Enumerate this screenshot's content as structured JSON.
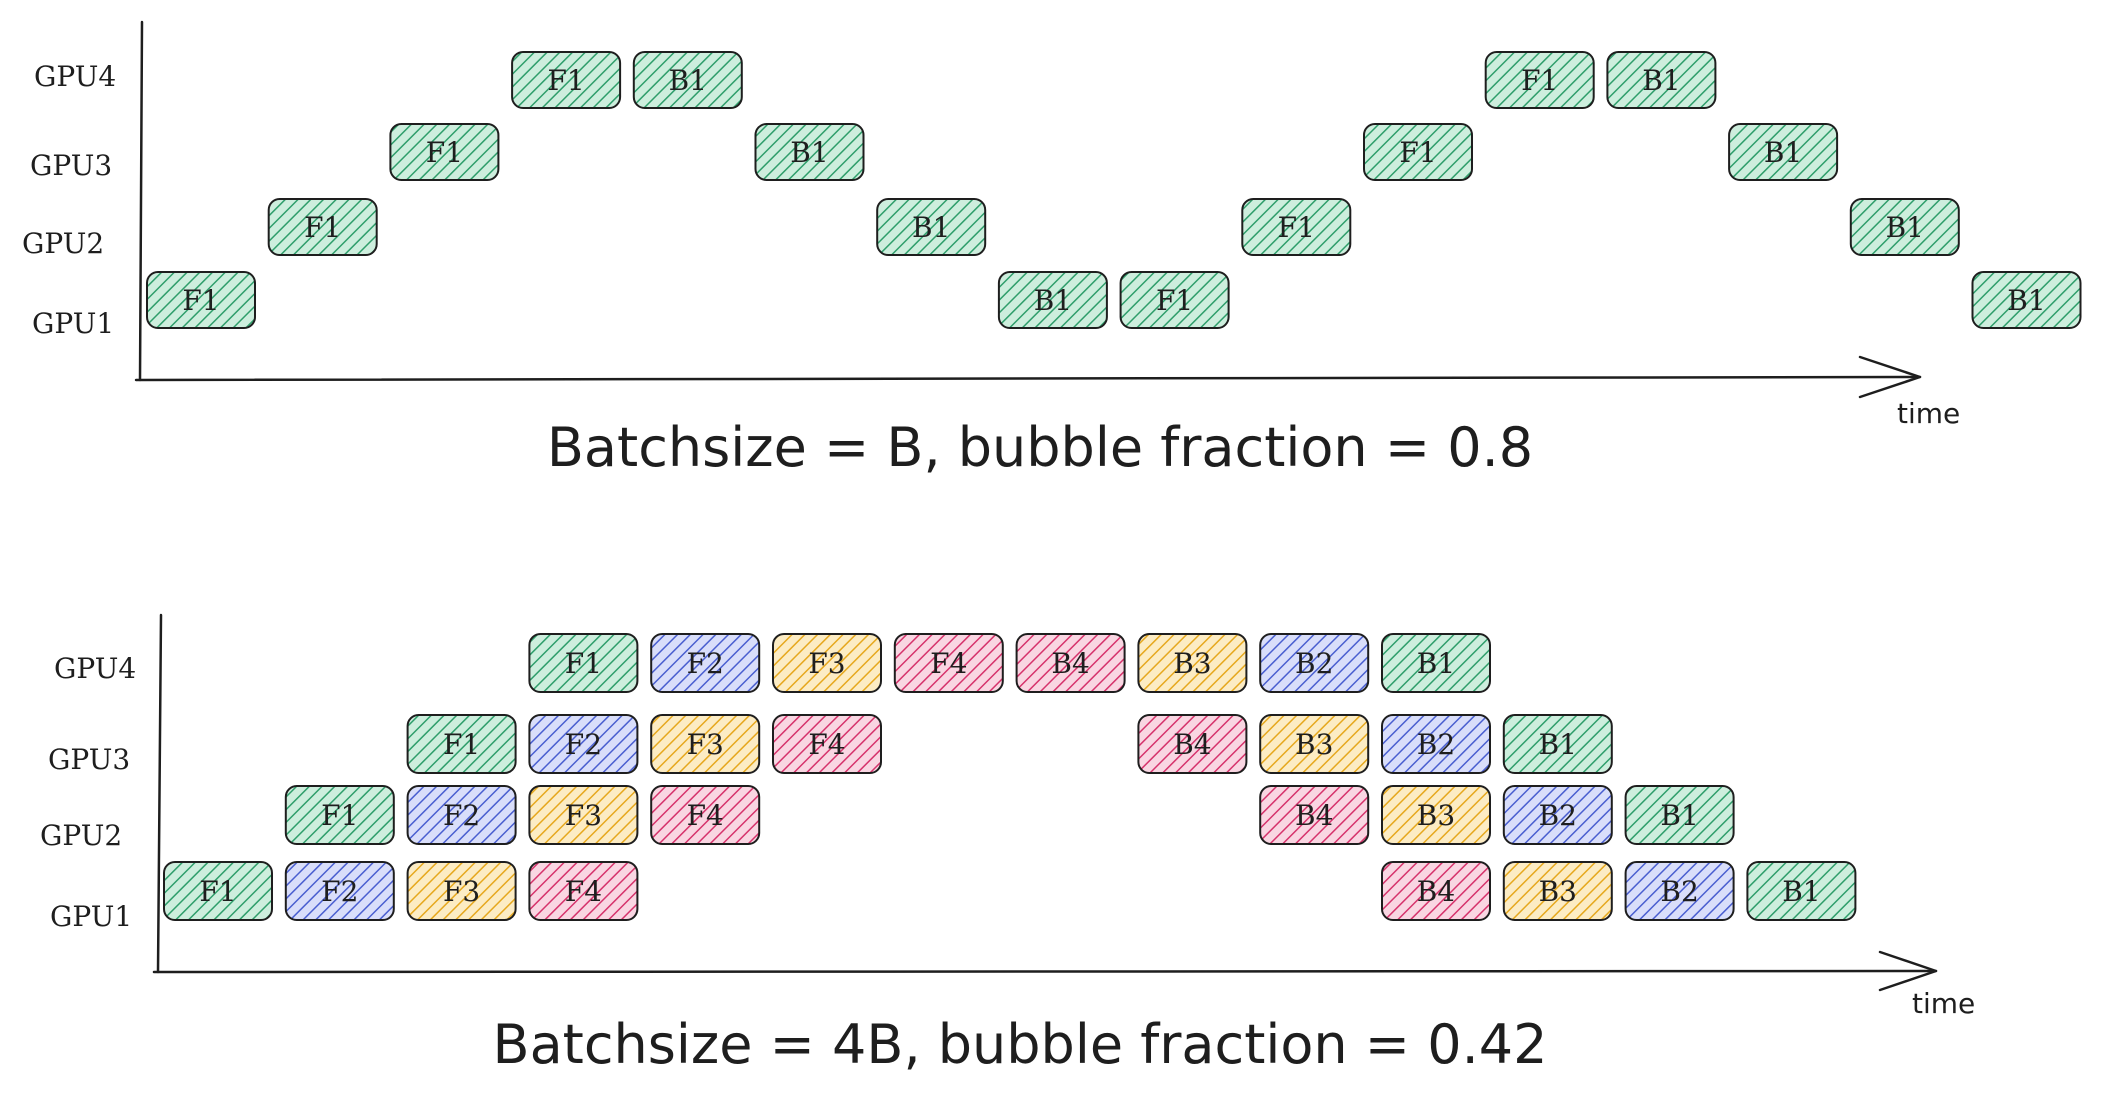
{
  "colors": {
    "ink": "#1e1e1e",
    "mb1": "#2f9e6b",
    "mb2": "#4a5fd0",
    "mb3": "#e6a81e",
    "mb4": "#d6336c"
  },
  "diagrams": [
    {
      "gpu_labels": [
        "GPU4",
        "GPU3",
        "GPU2",
        "GPU1"
      ],
      "time_label": "time",
      "caption": "Batchsize = B, bubble fraction = 0.8",
      "blocks": [
        {
          "label": "F1",
          "gpu": 1,
          "slot": 0,
          "mb": 1
        },
        {
          "label": "F1",
          "gpu": 2,
          "slot": 1,
          "mb": 1
        },
        {
          "label": "F1",
          "gpu": 3,
          "slot": 2,
          "mb": 1
        },
        {
          "label": "F1",
          "gpu": 4,
          "slot": 3,
          "mb": 1
        },
        {
          "label": "B1",
          "gpu": 4,
          "slot": 4,
          "mb": 1
        },
        {
          "label": "B1",
          "gpu": 3,
          "slot": 5,
          "mb": 1
        },
        {
          "label": "B1",
          "gpu": 2,
          "slot": 6,
          "mb": 1
        },
        {
          "label": "B1",
          "gpu": 1,
          "slot": 7,
          "mb": 1
        },
        {
          "label": "F1",
          "gpu": 1,
          "slot": 8,
          "mb": 1
        },
        {
          "label": "F1",
          "gpu": 2,
          "slot": 9,
          "mb": 1
        },
        {
          "label": "F1",
          "gpu": 3,
          "slot": 10,
          "mb": 1
        },
        {
          "label": "F1",
          "gpu": 4,
          "slot": 11,
          "mb": 1
        },
        {
          "label": "B1",
          "gpu": 4,
          "slot": 12,
          "mb": 1
        },
        {
          "label": "B1",
          "gpu": 3,
          "slot": 13,
          "mb": 1
        },
        {
          "label": "B1",
          "gpu": 2,
          "slot": 14,
          "mb": 1
        },
        {
          "label": "B1",
          "gpu": 1,
          "slot": 15,
          "mb": 1
        }
      ]
    },
    {
      "gpu_labels": [
        "GPU4",
        "GPU3",
        "GPU2",
        "GPU1"
      ],
      "time_label": "time",
      "caption": "Batchsize = 4B, bubble fraction = 0.42",
      "blocks": [
        {
          "label": "F1",
          "gpu": 1,
          "slot": 0,
          "mb": 1
        },
        {
          "label": "F2",
          "gpu": 1,
          "slot": 1,
          "mb": 2
        },
        {
          "label": "F3",
          "gpu": 1,
          "slot": 2,
          "mb": 3
        },
        {
          "label": "F4",
          "gpu": 1,
          "slot": 3,
          "mb": 4
        },
        {
          "label": "F1",
          "gpu": 2,
          "slot": 1,
          "mb": 1
        },
        {
          "label": "F2",
          "gpu": 2,
          "slot": 2,
          "mb": 2
        },
        {
          "label": "F3",
          "gpu": 2,
          "slot": 3,
          "mb": 3
        },
        {
          "label": "F4",
          "gpu": 2,
          "slot": 4,
          "mb": 4
        },
        {
          "label": "F1",
          "gpu": 3,
          "slot": 2,
          "mb": 1
        },
        {
          "label": "F2",
          "gpu": 3,
          "slot": 3,
          "mb": 2
        },
        {
          "label": "F3",
          "gpu": 3,
          "slot": 4,
          "mb": 3
        },
        {
          "label": "F4",
          "gpu": 3,
          "slot": 5,
          "mb": 4
        },
        {
          "label": "F1",
          "gpu": 4,
          "slot": 3,
          "mb": 1
        },
        {
          "label": "F2",
          "gpu": 4,
          "slot": 4,
          "mb": 2
        },
        {
          "label": "F3",
          "gpu": 4,
          "slot": 5,
          "mb": 3
        },
        {
          "label": "F4",
          "gpu": 4,
          "slot": 6,
          "mb": 4
        },
        {
          "label": "B4",
          "gpu": 4,
          "slot": 7,
          "mb": 4
        },
        {
          "label": "B3",
          "gpu": 4,
          "slot": 8,
          "mb": 3
        },
        {
          "label": "B2",
          "gpu": 4,
          "slot": 9,
          "mb": 2
        },
        {
          "label": "B1",
          "gpu": 4,
          "slot": 10,
          "mb": 1
        },
        {
          "label": "B4",
          "gpu": 3,
          "slot": 8,
          "mb": 4
        },
        {
          "label": "B3",
          "gpu": 3,
          "slot": 9,
          "mb": 3
        },
        {
          "label": "B2",
          "gpu": 3,
          "slot": 10,
          "mb": 2
        },
        {
          "label": "B1",
          "gpu": 3,
          "slot": 11,
          "mb": 1
        },
        {
          "label": "B4",
          "gpu": 2,
          "slot": 9,
          "mb": 4
        },
        {
          "label": "B3",
          "gpu": 2,
          "slot": 10,
          "mb": 3
        },
        {
          "label": "B2",
          "gpu": 2,
          "slot": 11,
          "mb": 2
        },
        {
          "label": "B1",
          "gpu": 2,
          "slot": 12,
          "mb": 1
        },
        {
          "label": "B4",
          "gpu": 1,
          "slot": 10,
          "mb": 4
        },
        {
          "label": "B3",
          "gpu": 1,
          "slot": 11,
          "mb": 3
        },
        {
          "label": "B2",
          "gpu": 1,
          "slot": 12,
          "mb": 2
        },
        {
          "label": "B1",
          "gpu": 1,
          "slot": 13,
          "mb": 1
        }
      ]
    }
  ]
}
